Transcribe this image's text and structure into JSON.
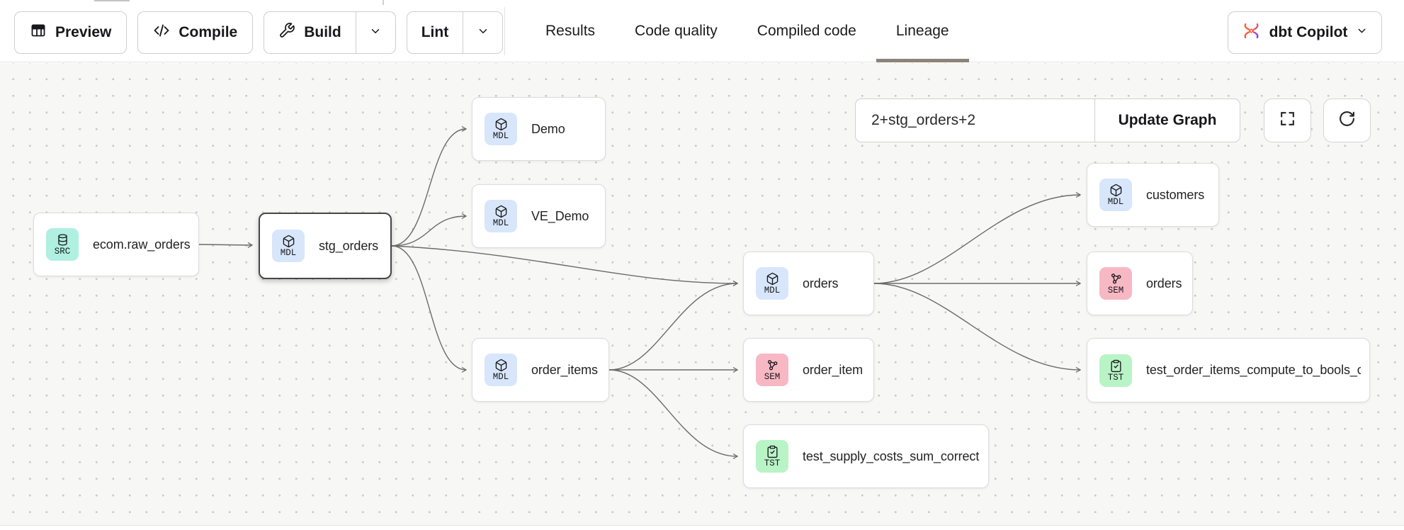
{
  "header": {
    "buttons": {
      "preview": {
        "label": "Preview",
        "icon": "table-icon"
      },
      "compile": {
        "label": "Compile",
        "icon": "code-icon"
      },
      "build": {
        "label": "Build",
        "icon": "wrench-icon"
      },
      "lint": {
        "label": "Lint"
      }
    },
    "tabs": [
      {
        "label": "Results",
        "active": false
      },
      {
        "label": "Code quality",
        "active": false
      },
      {
        "label": "Compiled code",
        "active": false
      },
      {
        "label": "Lineage",
        "active": true
      }
    ],
    "copilot_button": {
      "label": "dbt Copilot",
      "icon": "dbt-copilot-logo"
    },
    "active_tab_underline_color": "#8d8378"
  },
  "lineage": {
    "selector": {
      "value": "2+stg_orders+2"
    },
    "update_button_label": "Update Graph",
    "controls": [
      "fullscreen-button",
      "refresh-button"
    ],
    "node_types": {
      "src": {
        "label": "SRC",
        "color": "#aff0e0",
        "icon": "database-icon"
      },
      "mdl": {
        "label": "MDL",
        "color": "#d8e6fb",
        "icon": "cube-icon"
      },
      "sem": {
        "label": "SEM",
        "color": "#f7b8c4",
        "icon": "semantic-graph-icon"
      },
      "tst": {
        "label": "TST",
        "color": "#b9f4c6",
        "icon": "test-clipboard-icon"
      }
    },
    "nodes": [
      {
        "id": "ecom.raw_orders",
        "label": "ecom.raw_orders",
        "type": "src",
        "badge": "SRC",
        "selected": false
      },
      {
        "id": "stg_orders",
        "label": "stg_orders",
        "type": "mdl",
        "badge": "MDL",
        "selected": true
      },
      {
        "id": "Demo",
        "label": "Demo",
        "type": "mdl",
        "badge": "MDL",
        "selected": false
      },
      {
        "id": "VE_Demo",
        "label": "VE_Demo",
        "type": "mdl",
        "badge": "MDL",
        "selected": false
      },
      {
        "id": "order_items",
        "label": "order_items",
        "type": "mdl",
        "badge": "MDL",
        "selected": false
      },
      {
        "id": "orders_model",
        "label": "orders",
        "type": "mdl",
        "badge": "MDL",
        "selected": false
      },
      {
        "id": "order_item_sem",
        "label": "order_item",
        "type": "sem",
        "badge": "SEM",
        "selected": false
      },
      {
        "id": "test_supply_costs",
        "label": "test_supply_costs_sum_correctly",
        "type": "tst",
        "badge": "TST",
        "selected": false
      },
      {
        "id": "customers",
        "label": "customers",
        "type": "mdl",
        "badge": "MDL",
        "selected": false
      },
      {
        "id": "orders_sem",
        "label": "orders",
        "type": "sem",
        "badge": "SEM",
        "selected": false
      },
      {
        "id": "test_order_items",
        "label": "test_order_items_compute_to_bools_c...",
        "type": "tst",
        "badge": "TST",
        "selected": false
      }
    ],
    "edges": [
      [
        "ecom.raw_orders",
        "stg_orders"
      ],
      [
        "stg_orders",
        "Demo"
      ],
      [
        "stg_orders",
        "VE_Demo"
      ],
      [
        "stg_orders",
        "orders_model"
      ],
      [
        "stg_orders",
        "order_items"
      ],
      [
        "order_items",
        "orders_model"
      ],
      [
        "order_items",
        "order_item_sem"
      ],
      [
        "order_items",
        "test_supply_costs"
      ],
      [
        "orders_model",
        "customers"
      ],
      [
        "orders_model",
        "orders_sem"
      ],
      [
        "orders_model",
        "test_order_items"
      ]
    ]
  }
}
